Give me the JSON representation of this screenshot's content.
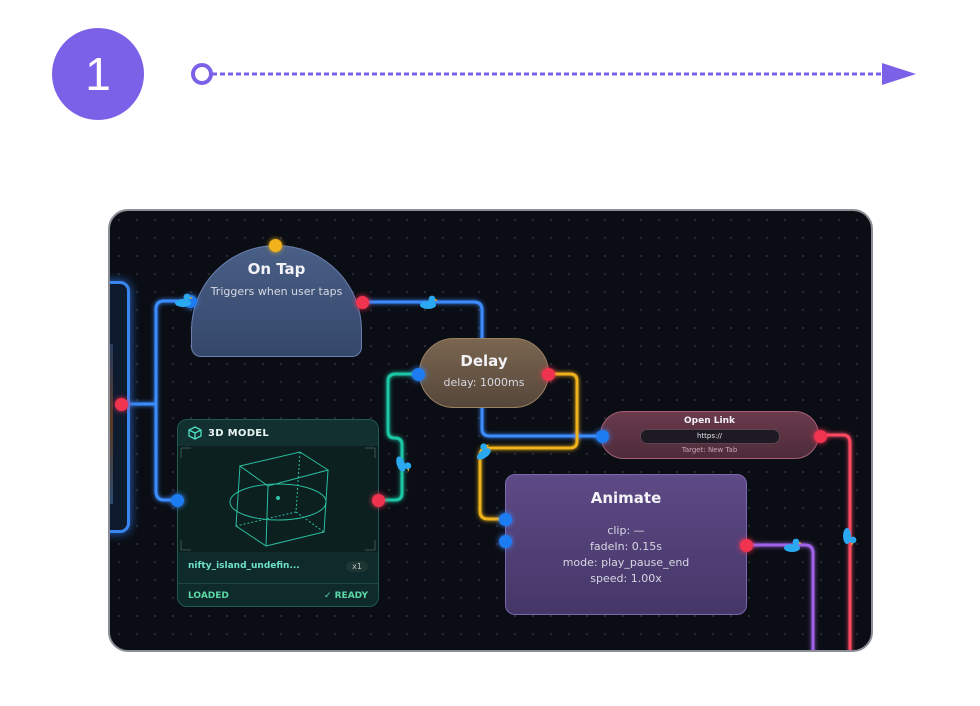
{
  "step": {
    "number": "1"
  },
  "colors": {
    "accent": "#7b61e8",
    "wire_blue": "#3b8cff",
    "wire_yellow": "#f0b21a",
    "wire_teal": "#1fc7a5",
    "wire_red": "#ff4a64",
    "wire_purple": "#a064e8",
    "canvas_bg": "#0b0d14"
  },
  "nodes": {
    "on_tap": {
      "title": "On Tap",
      "subtitle": "Triggers when user taps"
    },
    "delay": {
      "title": "Delay",
      "subtitle": "delay: 1000ms"
    },
    "open_link": {
      "title": "Open Link",
      "url": "https://",
      "target": "Target: New Tab"
    },
    "animate": {
      "title": "Animate",
      "props": [
        "clip: —",
        "fadeIn: 0.15s",
        "mode: play_pause_end",
        "speed: 1.00x"
      ]
    },
    "model_3d": {
      "header": "3D MODEL",
      "filename": "nifty_island_undefin...",
      "count": "x1",
      "status_left": "LOADED",
      "status_right": "✓ READY"
    }
  },
  "icons": [
    "cube-icon",
    "duck-icon",
    "arrow-right-icon"
  ]
}
